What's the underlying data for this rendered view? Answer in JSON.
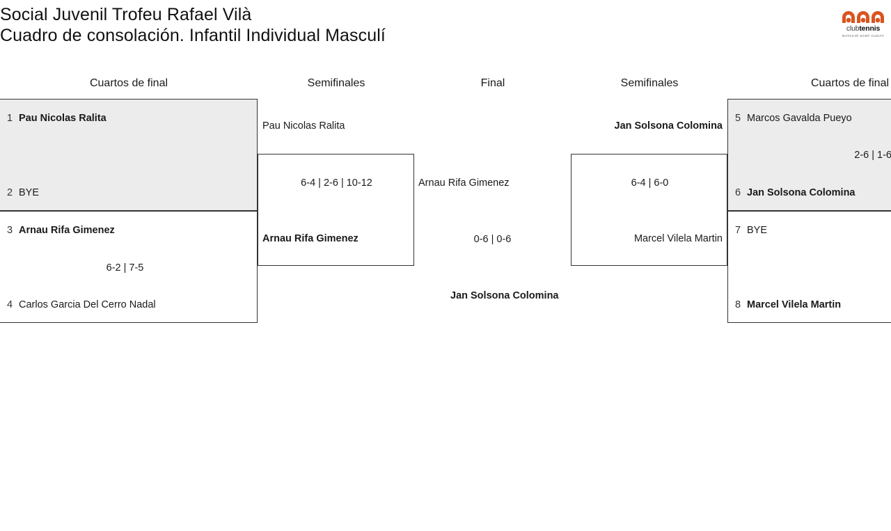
{
  "header": {
    "title_line1": "Social Juvenil Trofeu Rafael Vilà",
    "title_line2": "Cuadro de consolación. Infantil Individual Masculí"
  },
  "logo": {
    "word_light": "club",
    "word_bold": "tennis",
    "subtitle": "NATACIÓ SANT CUGAT",
    "accent_color": "#d9541e"
  },
  "round_headers": [
    {
      "label": "Cuartos de final"
    },
    {
      "label": "Semifinales"
    },
    {
      "label": "Final"
    },
    {
      "label": "Semifinales"
    },
    {
      "label": "Cuartos de final"
    }
  ],
  "bracket": {
    "left_quarterfinals": [
      {
        "shaded": true,
        "top_seed": "1",
        "top_player": "Pau Nicolas Ralita",
        "top_winner": true,
        "bottom_seed": "2",
        "bottom_player": "BYE",
        "bottom_winner": false,
        "score": ""
      },
      {
        "shaded": false,
        "top_seed": "3",
        "top_player": "Arnau Rifa Gimenez",
        "top_winner": true,
        "bottom_seed": "4",
        "bottom_player": "Carlos Garcia Del Cerro Nadal",
        "bottom_winner": false,
        "score": "6-2 | 7-5"
      }
    ],
    "left_semifinal": {
      "top_player": "Pau Nicolas Ralita",
      "top_winner": false,
      "bottom_player": "Arnau Rifa Gimenez",
      "bottom_winner": true,
      "score": "6-4 | 2-6 | 10-12"
    },
    "final": {
      "top_player": "Arnau Rifa Gimenez",
      "top_winner": false,
      "bottom_player": "Jan Solsona Colomina",
      "bottom_winner": true,
      "score": "0-6 | 0-6"
    },
    "right_semifinal": {
      "top_player": "Jan Solsona Colomina",
      "top_winner": true,
      "bottom_player": "Marcel Vilela Martin",
      "bottom_winner": false,
      "score": "6-4 | 6-0"
    },
    "right_quarterfinals": [
      {
        "shaded": true,
        "top_seed": "5",
        "top_player": "Marcos Gavalda Pueyo",
        "top_winner": false,
        "bottom_seed": "6",
        "bottom_player": "Jan Solsona Colomina",
        "bottom_winner": true,
        "score": "2-6 | 1-6"
      },
      {
        "shaded": false,
        "top_seed": "7",
        "top_player": "BYE",
        "top_winner": false,
        "bottom_seed": "8",
        "bottom_player": "Marcel Vilela Martin",
        "bottom_winner": true,
        "score": ""
      }
    ]
  }
}
